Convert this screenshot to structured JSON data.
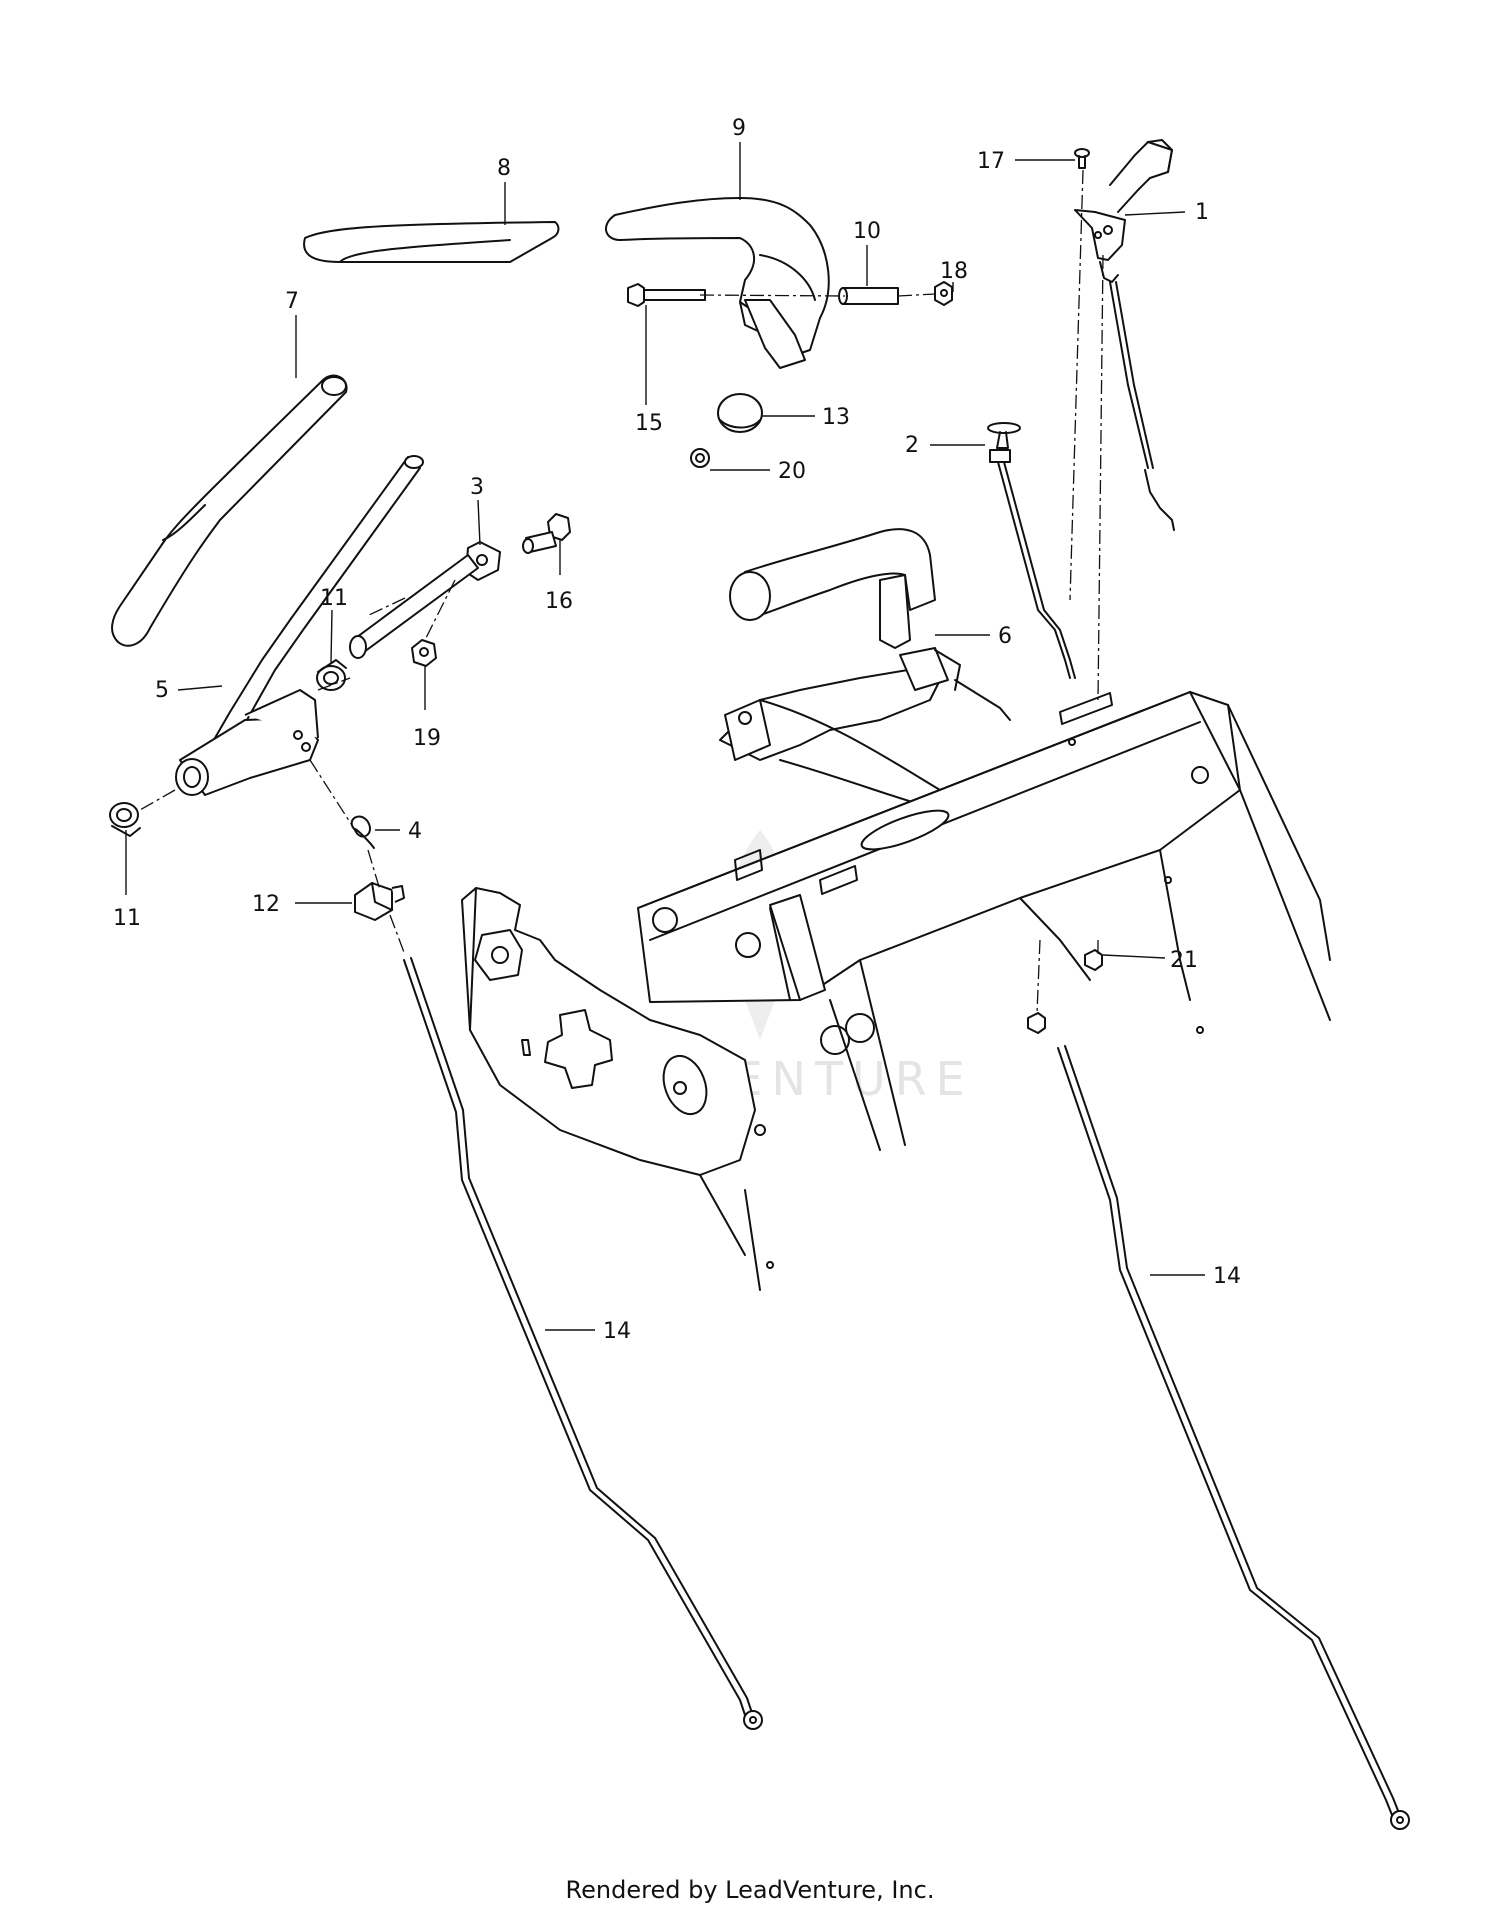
{
  "watermark": {
    "text": "LEADVENTURE"
  },
  "footer": {
    "text": "Rendered by LeadVenture, Inc."
  },
  "callouts": [
    {
      "id": "1",
      "label": "1"
    },
    {
      "id": "2",
      "label": "2"
    },
    {
      "id": "3",
      "label": "3"
    },
    {
      "id": "4",
      "label": "4"
    },
    {
      "id": "5",
      "label": "5"
    },
    {
      "id": "6",
      "label": "6"
    },
    {
      "id": "7",
      "label": "7"
    },
    {
      "id": "8",
      "label": "8"
    },
    {
      "id": "9",
      "label": "9"
    },
    {
      "id": "10",
      "label": "10"
    },
    {
      "id": "11a",
      "label": "11"
    },
    {
      "id": "11b",
      "label": "11"
    },
    {
      "id": "12",
      "label": "12"
    },
    {
      "id": "13",
      "label": "13"
    },
    {
      "id": "14a",
      "label": "14"
    },
    {
      "id": "14b",
      "label": "14"
    },
    {
      "id": "15",
      "label": "15"
    },
    {
      "id": "16",
      "label": "16"
    },
    {
      "id": "17",
      "label": "17"
    },
    {
      "id": "18",
      "label": "18"
    },
    {
      "id": "19",
      "label": "19"
    },
    {
      "id": "20",
      "label": "20"
    },
    {
      "id": "21",
      "label": "21"
    }
  ]
}
